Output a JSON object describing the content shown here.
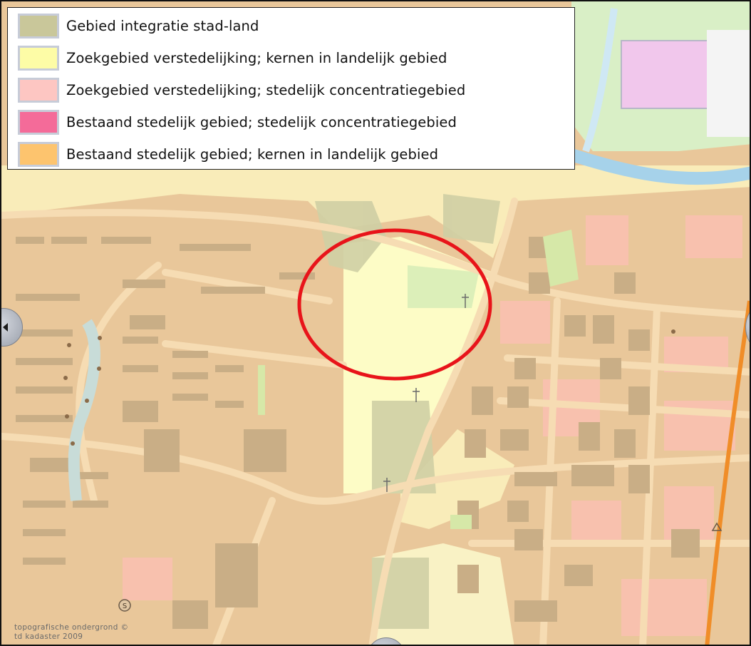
{
  "legend": {
    "items": [
      {
        "label": "Gebied integratie stad-land",
        "color": "#c9c79a"
      },
      {
        "label": "Zoekgebied verstedelijking; kernen in landelijk gebied",
        "color": "#fdfca6"
      },
      {
        "label": "Zoekgebied verstedelijking; stedelijk concentratiegebied",
        "color": "#fdc6c2"
      },
      {
        "label": "Bestaand stedelijk gebied; stedelijk concentratiegebied",
        "color": "#f46b99"
      },
      {
        "label": "Bestaand stedelijk gebied; kernen in landelijk gebied",
        "color": "#fdc46e"
      }
    ]
  },
  "map": {
    "highlight_color": "#e8141a",
    "attribution": {
      "line1": "topografische ondergrond ©",
      "line2": "td kadaster 2009"
    },
    "icons": [
      "church-cross-icon",
      "s-poi-icon",
      "triangle-poi-icon",
      "navigation-handle"
    ]
  }
}
